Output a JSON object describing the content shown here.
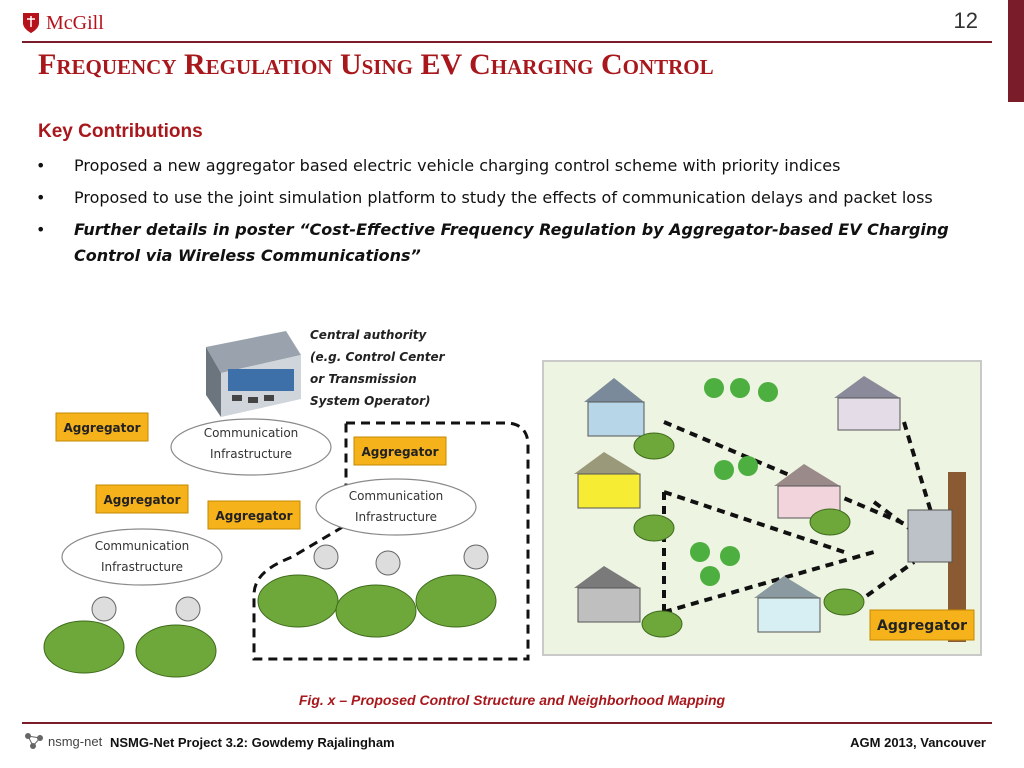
{
  "header": {
    "logo_text": "McGill",
    "page_number": "12",
    "title": "Frequency Regulation Using EV Charging Control"
  },
  "content": {
    "section_heading": "Key Contributions",
    "bullets": [
      "Proposed a new aggregator based electric vehicle charging control scheme with priority indices",
      "Proposed to use the joint simulation platform to study the effects of communication delays and packet loss",
      "Further details in poster “Cost-Effective Frequency Regulation by Aggregator-based EV Charging Control via Wireless Communications”"
    ],
    "bullet_marker": "•"
  },
  "figure_left": {
    "central_authority_lines": [
      "Central authority",
      "(e.g. Control Center",
      "or Transmission",
      "System Operator)"
    ],
    "aggregator_label": "Aggregator",
    "cloud_line1": "Communication",
    "cloud_line2": "Infrastructure"
  },
  "figure_right": {
    "aggregator_label": "Aggregator"
  },
  "caption": "Fig. x – Proposed Control Structure and Neighborhood Mapping",
  "footer": {
    "logo_text": "nsmg-net",
    "left": "NSMG-Net Project 3.2: Gowdemy Rajalingham",
    "right": "AGM 2013, Vancouver"
  },
  "colors": {
    "accent": "#a8171c",
    "bar": "#7a1c2a",
    "aggregator": "#f5b21b",
    "ev": "#6fa83a"
  }
}
